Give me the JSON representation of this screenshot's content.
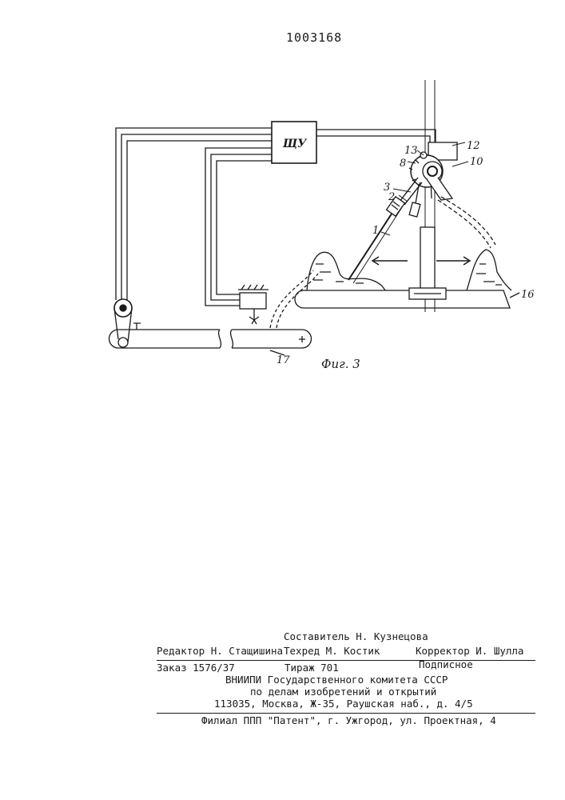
{
  "header": {
    "patent_number": "1003168"
  },
  "figure": {
    "caption": "Фиг. 3",
    "control_box_label": "ЩУ",
    "callouts": {
      "c1": "1",
      "c2": "2",
      "c3": "3",
      "c8": "8",
      "c10": "10",
      "c12": "12",
      "c13": "13",
      "c16": "16",
      "c17": "17"
    }
  },
  "imprint": {
    "compiler": "Составитель Н. Кузнецова",
    "editor": "Редактор Н. Стащишина",
    "techred": "Техред М. Костик",
    "corrector": "Корректор И. Шулла",
    "order": "Заказ 1576/37",
    "circulation": "Тираж 701",
    "subscription": "Подписное",
    "org_line1": "ВНИИПИ Государственного комитета СССР",
    "org_line2": "по делам изобретений и открытий",
    "address": "113035, Москва, Ж-35, Раушская наб., д. 4/5",
    "branch": "Филиал ППП \"Патент\", г. Ужгород, ул. Проектная, 4"
  }
}
